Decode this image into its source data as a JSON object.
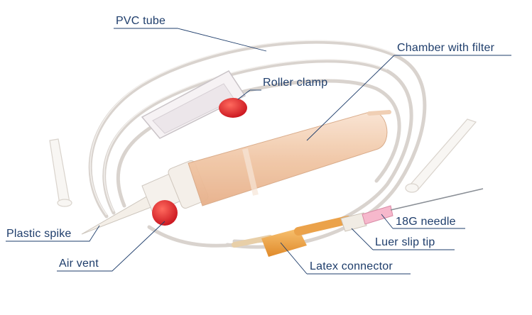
{
  "labels": {
    "pvc_tube": "PVC tube",
    "roller_clamp": "Roller clamp",
    "chamber_with_filter": "Chamber with filter",
    "plastic_spike": "Plastic spike",
    "air_vent": "Air vent",
    "needle_18g": "18G needle",
    "luer_slip_tip": "Luer slip tip",
    "latex_connector": "Latex connector"
  },
  "colors": {
    "label_text": "#1e3d6b",
    "leader_line": "#1e3d6b",
    "tube": "#dcd7d2",
    "chamber": "#f2c9a8",
    "clamp_wheel": "#e0262b",
    "connector": "#f0a040",
    "needle_hub": "#f4a7c0"
  }
}
